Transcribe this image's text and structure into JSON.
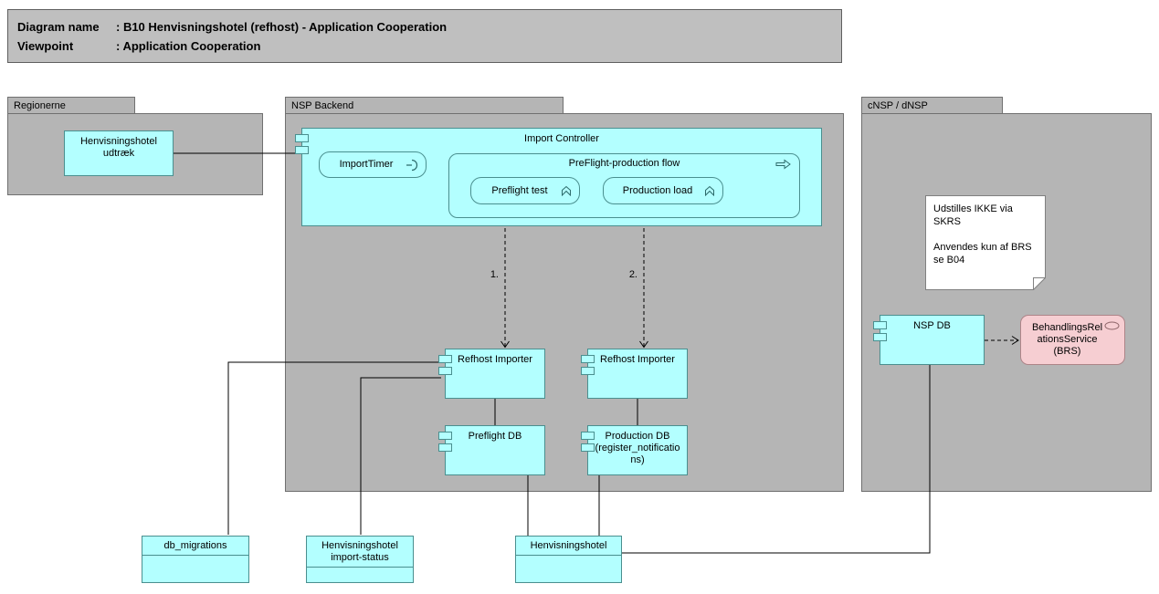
{
  "title_block": {
    "line1_label": "Diagram name",
    "line1_value": ": B10 Henvisningshotel (refhost) - Application Cooperation",
    "line2_label": "Viewpoint",
    "line2_value": ": Application Cooperation"
  },
  "groups": {
    "regionerne": {
      "label": "Regionerne"
    },
    "nsp_backend": {
      "label": "NSP Backend"
    },
    "cnsp_dnsp": {
      "label": "cNSP / dNSP"
    }
  },
  "nodes": {
    "henvisningshotel_udtraek": {
      "label": "Henvisningshotel udtræk"
    },
    "import_controller": {
      "label": "Import Controller"
    },
    "import_timer": {
      "label": "ImportTimer"
    },
    "preflight_production_flow": {
      "label": "PreFlight-production flow"
    },
    "preflight_test": {
      "label": "Preflight test"
    },
    "production_load": {
      "label": "Production load"
    },
    "refhost_importer_1": {
      "label": "Refhost Importer"
    },
    "refhost_importer_2": {
      "label": "Refhost Importer"
    },
    "preflight_db": {
      "label": "Preflight DB"
    },
    "production_db": {
      "label": "Production DB (register_notifications)"
    },
    "nsp_db": {
      "label": "NSP DB"
    },
    "brs": {
      "label": "BehandlingsRelationsService (BRS)"
    },
    "db_migrations": {
      "label": "db_migrations"
    },
    "henvisningshotel_import_status": {
      "label": "Henvisningshotel import-status"
    },
    "henvisningshotel": {
      "label": "Henvisningshotel"
    }
  },
  "note": {
    "line1": "Udstilles IKKE via SKRS",
    "line2": "Anvendes kun af BRS se B04"
  },
  "edges": {
    "flow_1_label": "1.",
    "flow_2_label": "2."
  },
  "icons": {
    "import_timer": "event-icon",
    "preflight_production_flow": "process-arrow-icon",
    "preflight_test": "function-icon",
    "production_load": "function-icon",
    "brs": "service-icon"
  },
  "colors": {
    "element_fill": "#b3ffff",
    "element_border": "#4a8f8f",
    "group_fill": "#b5b5b5",
    "title_block_fill": "#bfbfbf",
    "service_fill": "#f6ced2",
    "service_border": "#ad8488",
    "note_fill": "#ffffff",
    "connector": "#000000"
  }
}
